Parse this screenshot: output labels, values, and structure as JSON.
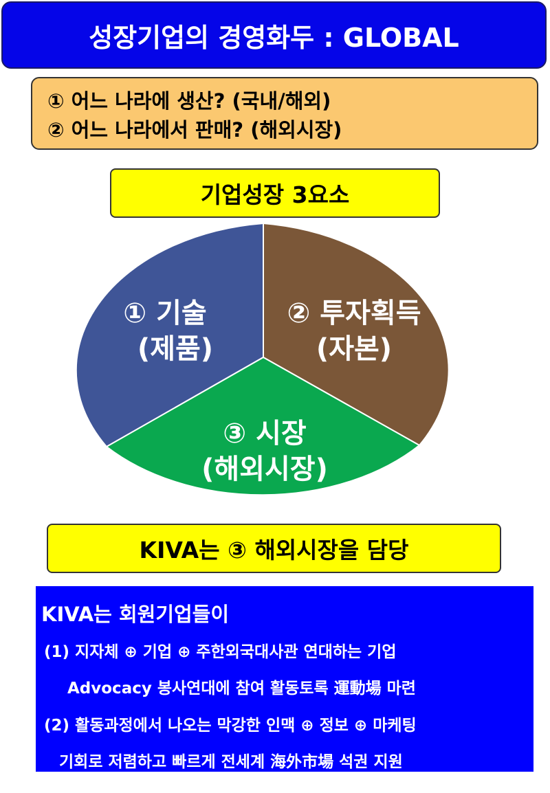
{
  "title": "성장기업의 경영화두 : GLOBAL",
  "questions": [
    "① 어느 나라에 생산? (국내/해외)",
    "② 어느 나라에서 판매? (해외시장)"
  ],
  "elements_heading": "기업성장 3요소",
  "sectors": [
    {
      "line1": "① 기술",
      "line2": "(제품)",
      "color": "#3f5597"
    },
    {
      "line1": "② 투자획득",
      "line2": "(자본)",
      "color": "#7b5738"
    },
    {
      "line1": "③ 시장",
      "line2": "(해외시장)",
      "color": "#0aa84f"
    }
  ],
  "kiva_role": "KIVA는 ③ 해외시장을 담당",
  "info": {
    "heading": "KIVA는 회원기업들이",
    "lines": [
      "(1) 지자체 ⊕ 기업 ⊕ 주한외국대사관 연대하는 기업",
      "Advocacy 봉사연대에 참여 활동토록 運動場 마련",
      "(2) 활동과정에서 나오는 막강한 인맥 ⊕ 정보 ⊕ 마케팅",
      "기회로 저렴하고 빠르게 전세계 海外市場 석권 지원"
    ]
  }
}
